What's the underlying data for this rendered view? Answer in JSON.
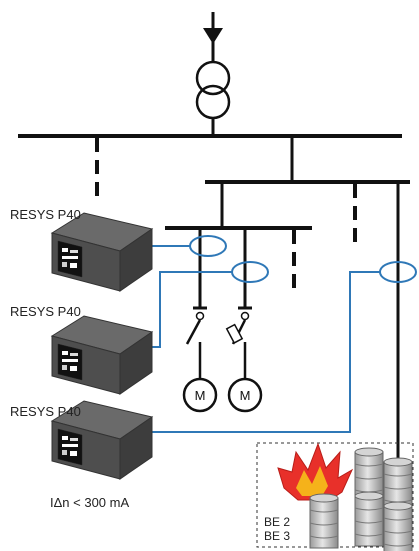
{
  "devices": [
    {
      "label": "RESYS P40"
    },
    {
      "label": "RESYS P40"
    },
    {
      "label": "RESYS P40"
    }
  ],
  "motor_label": "M",
  "residual_current_label": "IΔn < 300 mA",
  "fire_zone_labels": [
    "BE 2",
    "BE 3"
  ],
  "colors": {
    "line": "#111111",
    "sensor": "#2f78b7",
    "device_body": "#4a4a4a",
    "flame_red": "#e8302a",
    "flame_yellow": "#f5b21a"
  }
}
